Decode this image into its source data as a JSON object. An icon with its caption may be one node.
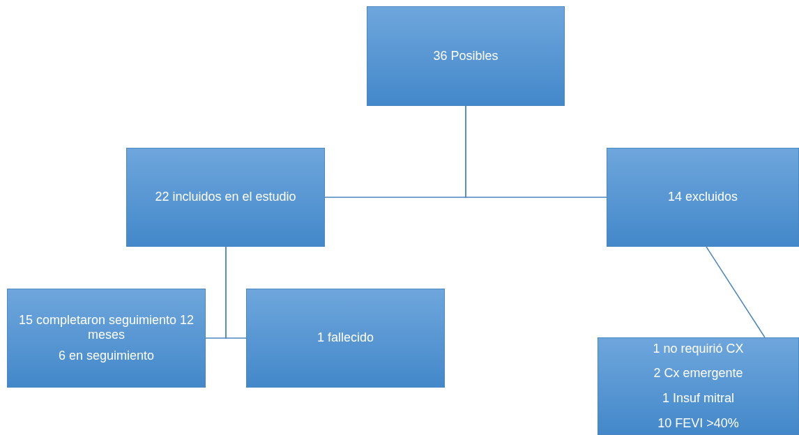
{
  "diagram": {
    "nodes": [
      {
        "text": [
          "36 Posibles"
        ]
      },
      {
        "text": [
          "22 incluidos en el estudio"
        ]
      },
      {
        "text": [
          "14 excluidos"
        ]
      },
      {
        "text": [
          "15 completaron seguimiento 12 meses",
          "6 en seguimiento"
        ]
      },
      {
        "text": [
          "1 fallecido"
        ]
      },
      {
        "text": [
          "1 no requirió CX",
          "2 Cx emergente",
          "1 Insuf mitral",
          "10 FEVI >40%"
        ]
      }
    ],
    "edges": [
      {
        "from": 0,
        "to": 1,
        "arrow": "none"
      },
      {
        "from": 0,
        "to": 2,
        "arrow": "none"
      },
      {
        "from": 1,
        "to": 3,
        "arrow": "none"
      },
      {
        "from": 1,
        "to": 4,
        "arrow": "none"
      },
      {
        "from": 2,
        "to": 5,
        "arrow": "none"
      }
    ]
  }
}
